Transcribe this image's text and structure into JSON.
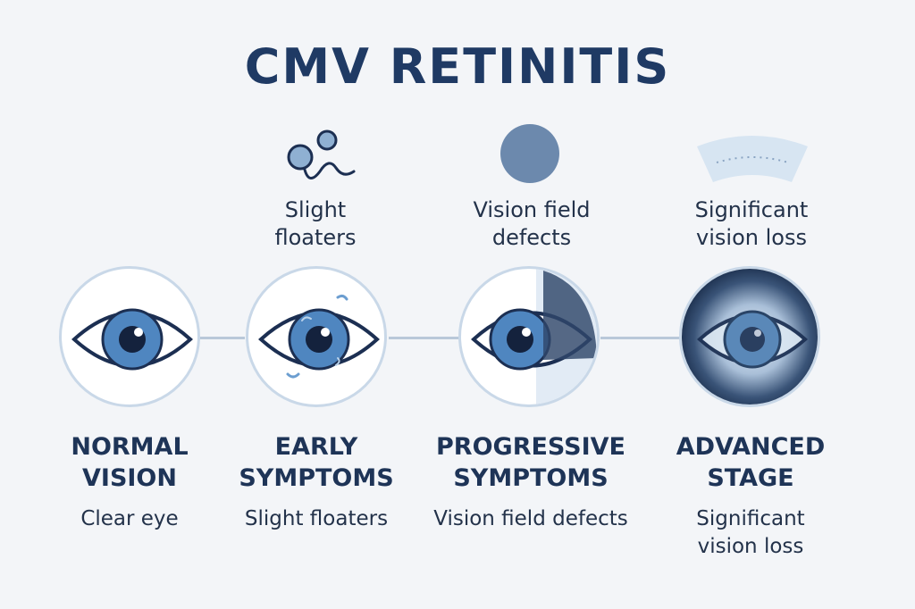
{
  "title": "CMV RETINITIS",
  "top_labels": [
    {
      "lines": [
        "Slight",
        "floaters"
      ],
      "icon": "floaters-icon"
    },
    {
      "lines": [
        "Vision field",
        "defects"
      ],
      "icon": "dark-spot-icon"
    },
    {
      "lines": [
        "Significant",
        "vision loss"
      ],
      "icon": "vision-arc-icon"
    }
  ],
  "stages": [
    {
      "title_lines": [
        "NORMAL",
        "VISION"
      ],
      "desc_lines": [
        "Clear eye"
      ],
      "icon": "eye-icon"
    },
    {
      "title_lines": [
        "EARLY",
        "SYMPTOMS"
      ],
      "desc_lines": [
        "Slight floaters"
      ],
      "icon": "eye-floaters-icon"
    },
    {
      "title_lines": [
        "PROGRESSIVE",
        "SYMPTOMS"
      ],
      "desc_lines": [
        "Vision field defects"
      ],
      "icon": "eye-shadow-icon"
    },
    {
      "title_lines": [
        "ADVANCED",
        "STAGE"
      ],
      "desc_lines": [
        "Significant",
        "vision loss"
      ],
      "icon": "eye-blurred-icon"
    }
  ],
  "colors": {
    "title": "#1f3a64",
    "iris": "#4f86c0",
    "outline": "#1c2f52",
    "connector": "#b9c8d9",
    "circle_border": "#c9d8e8"
  }
}
